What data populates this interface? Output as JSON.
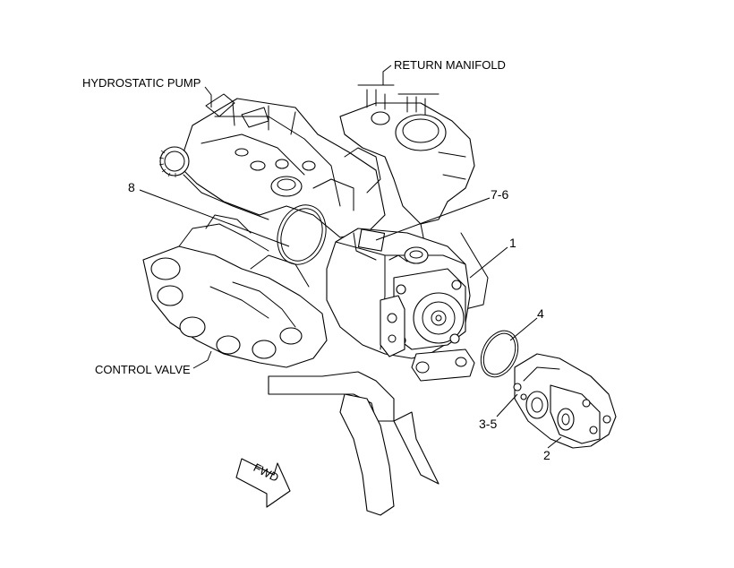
{
  "labels": {
    "hydrostatic_pump": "HYDROSTATIC PUMP",
    "return_manifold": "RETURN MANIFOLD",
    "control_valve": "CONTROL VALVE"
  },
  "callouts": {
    "c1": "1",
    "c2": "2",
    "c3_5": "3-5",
    "c4": "4",
    "c7_6": "7-6",
    "c8": "8"
  },
  "fwd_arrow": "FWD"
}
